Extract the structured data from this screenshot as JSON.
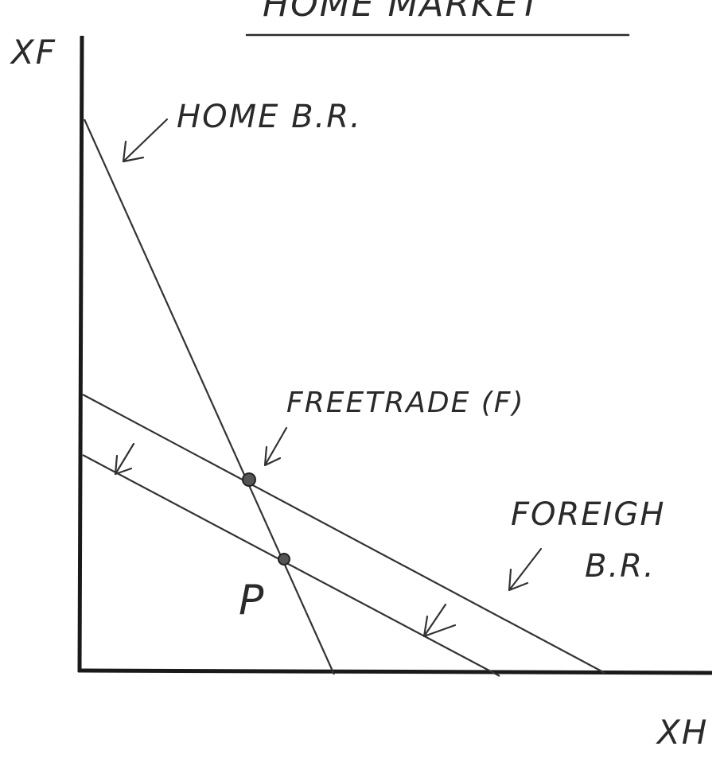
{
  "title": "HOME MARKET",
  "axes": {
    "y_label": "XF",
    "x_label": "XH"
  },
  "labels": {
    "home_br": "HOME B.R.",
    "free_trade": "FREETRADE (F)",
    "foreign_line1": "FOREIGH",
    "foreign_line2": "B.R.",
    "point_p": "P"
  }
}
